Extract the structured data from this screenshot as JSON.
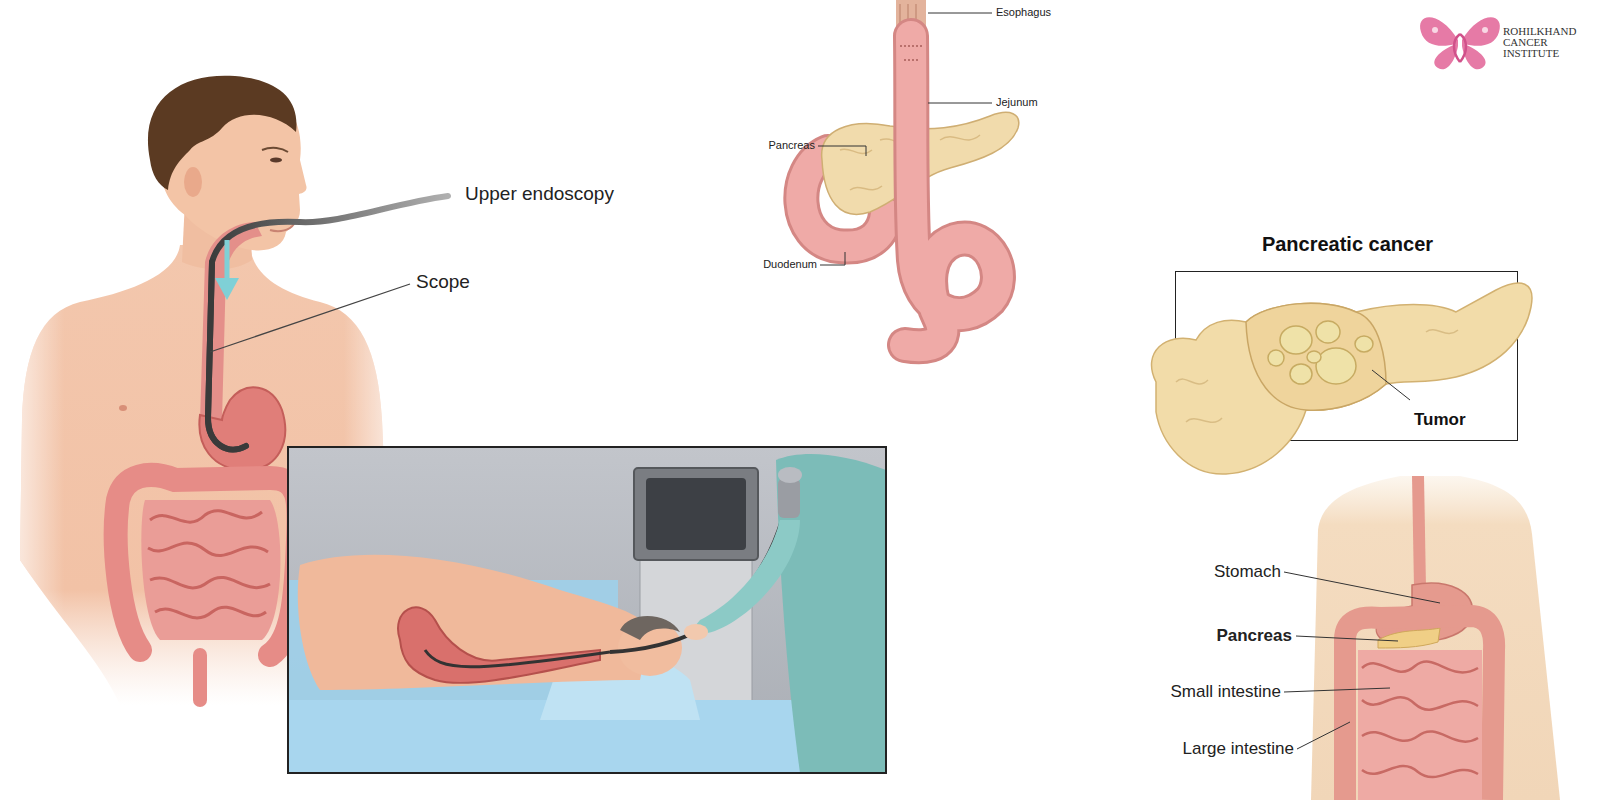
{
  "diagram": {
    "nodes": [
      {
        "text": [
          "Pancreatic cancer",
          "Tumor"
        ]
      }
    ],
    "labels": [
      "Upper endoscopy",
      "Scope",
      "Esophagus",
      "Jejunum",
      "Pancreas",
      "Duodenum",
      "ROHILKHAND CANCER INSTITUTE",
      "Stomach",
      "Pancreas",
      "Small intestine",
      "Large intestine"
    ]
  }
}
